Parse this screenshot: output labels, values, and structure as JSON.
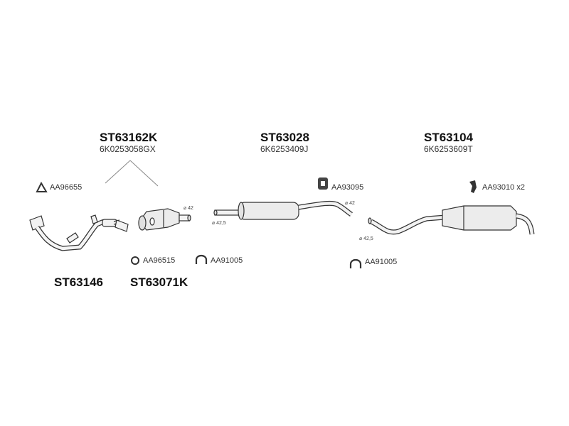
{
  "groups": {
    "front_pipe_cat": {
      "part_no": "ST63162K",
      "oem": "6K0253058GX"
    },
    "middle_silencer": {
      "part_no": "ST63028",
      "oem": "6K6253409J"
    },
    "rear_silencer": {
      "part_no": "ST63104",
      "oem": "6K6253609T"
    }
  },
  "parts": {
    "front_pipe": "ST63146",
    "catalyst": "ST63071K"
  },
  "accessories": {
    "gasket_front": "AA96655",
    "ring_cat": "AA96515",
    "clamp_cat": "AA91005",
    "hanger_mid": "AA93095",
    "clamp_rear": "AA91005",
    "hanger_rear": "AA93010 x2"
  },
  "diameters": {
    "cat_outlet": "⌀ 42",
    "mid_inlet": "⌀ 42,5",
    "mid_outlet": "⌀ 42",
    "rear_inlet": "⌀ 42,5"
  }
}
